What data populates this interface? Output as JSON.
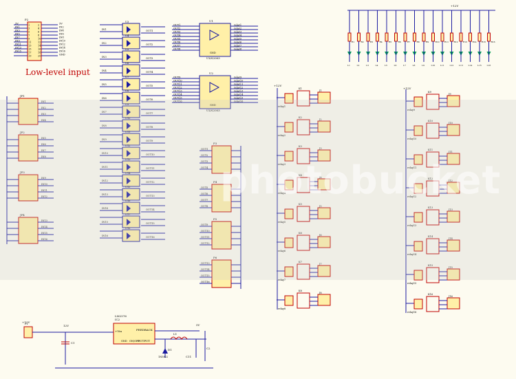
{
  "header_labels": {
    "low_level_input": "Low-level input",
    "vcc_12v": "+12V",
    "vcc_5v": "5V",
    "gnd": "GND",
    "watermark": "photobucket"
  },
  "connectors": {
    "p2": "P2",
    "jp": [
      "JP1",
      "JP2",
      "JP3",
      "JP4"
    ],
    "p3": [
      "P3",
      "P4",
      "P5",
      "P6"
    ]
  },
  "ics": {
    "u1": "ULN2003",
    "u2": "ULN2003",
    "u1_name": "U1",
    "u2_name": "U2",
    "ic2_name": "IC2",
    "ic2_part": "LM2576",
    "ic2_pins": [
      "+Vin",
      "FEEDBACK",
      "GND",
      "OUTPUT",
      "ON/OFF"
    ]
  },
  "power": {
    "p1": "P1",
    "c1": "C1",
    "c2": "C2",
    "c11": "C11",
    "l1": "L1",
    "d1": "D1",
    "d_part": "1N5822",
    "v12": "12V",
    "v5": "5V"
  },
  "relay_labels": [
    "relay1",
    "relay2",
    "relay3",
    "relay4",
    "relay5",
    "relay6",
    "relay7",
    "relay8",
    "relay9",
    "relay10",
    "relay11",
    "relay12",
    "relay13",
    "relay14",
    "relay15",
    "relay16"
  ],
  "in_labels": [
    "IN1",
    "IN2",
    "IN3",
    "IN4",
    "IN5",
    "IN6",
    "IN7",
    "IN8",
    "IN9",
    "IN10",
    "IN11",
    "IN12",
    "IN13",
    "IN14",
    "IN15",
    "IN16"
  ],
  "out_labels": [
    "OUT1",
    "OUT2",
    "OUT3",
    "OUT4",
    "OUT5",
    "OUT6",
    "OUT7",
    "OUT8",
    "OUT9",
    "OUT10",
    "OUT11",
    "OUT12",
    "OUT13",
    "OUT14",
    "OUT15",
    "OUT16"
  ],
  "colors": {
    "wire": "#1a1aa0",
    "component": "#c00000",
    "fill": "#fff0a8",
    "text": "#000000",
    "led": "#00a050"
  }
}
